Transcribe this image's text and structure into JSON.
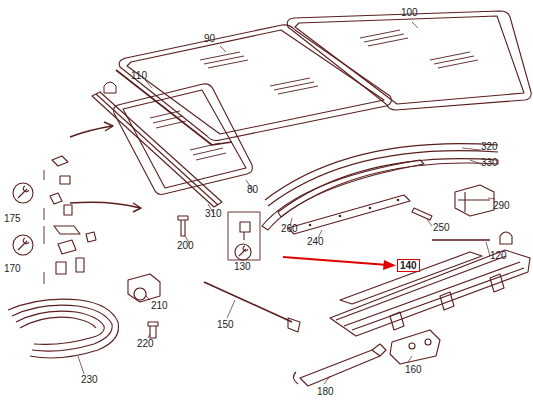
{
  "diagram": {
    "nodes": [
      {
        "text": [
          "140"
        ]
      }
    ],
    "labels": [
      "100",
      "90",
      "110",
      "320",
      "330",
      "175",
      "80",
      "310",
      "290",
      "170",
      "260",
      "240",
      "250",
      "200",
      "120",
      "130",
      "210",
      "150",
      "220",
      "160",
      "230",
      "180"
    ]
  }
}
